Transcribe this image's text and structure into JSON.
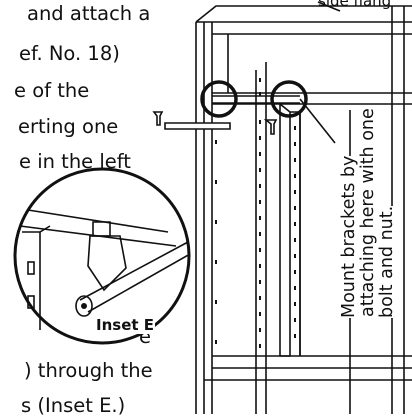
{
  "body_lines": [
    "and attach a",
    "ef. No. 18)",
    "e of the",
    "erting one",
    "e in the left",
    "e",
    ") through the",
    "s (Inset E.)"
  ],
  "inset_label": "Inset E",
  "top_corner_label": "side flang",
  "callout_lines": [
    "Mount brackets by",
    "attaching here with one",
    "bolt and nut."
  ]
}
